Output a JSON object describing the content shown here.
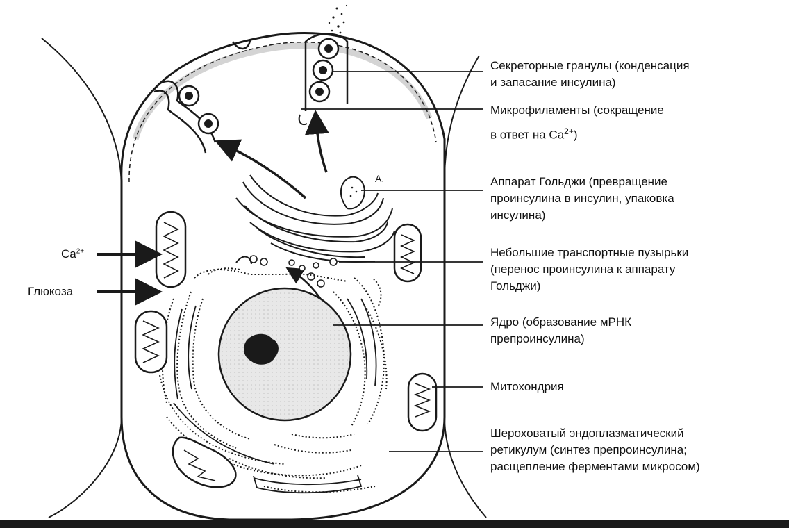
{
  "labels": {
    "granules": {
      "line1": "Секреторные гранулы (конденсация",
      "line2": "и запасание инсулина)"
    },
    "microfilaments": {
      "line1": "Микрофиламенты (сокращение",
      "line2_text": "в ответ на Ca",
      "line2_sup": "2+",
      "line2_end": ")"
    },
    "golgi": {
      "line1": "Аппарат Гольджи (превращение",
      "line2": "проинсулина в инсулин, упаковка",
      "line3": "инсулина)"
    },
    "vesicles": {
      "line1": "Небольшие транспортные пузырьки",
      "line2": "(перенос проинсулина к аппарату",
      "line3": "Гольджи)"
    },
    "nucleus": {
      "line1": "Ядро (образование мРНК",
      "line2": "препроинсулина)"
    },
    "mitochondria": {
      "line1": "Митохондрия"
    },
    "er": {
      "line1": "Шероховатый эндоплазматический",
      "line2": "ретикулум (синтез препроинсулина;",
      "line3": "расщепление ферментами микросом)"
    },
    "calcium": {
      "text": "Ca",
      "sup": "2+"
    },
    "glucose": {
      "text": "Глюкоза"
    },
    "golgi_tag": {
      "text": "A."
    }
  },
  "colors": {
    "ink": "#1a1a1a",
    "nucleus_fill": "#e6e6e6",
    "background": "#ffffff"
  }
}
